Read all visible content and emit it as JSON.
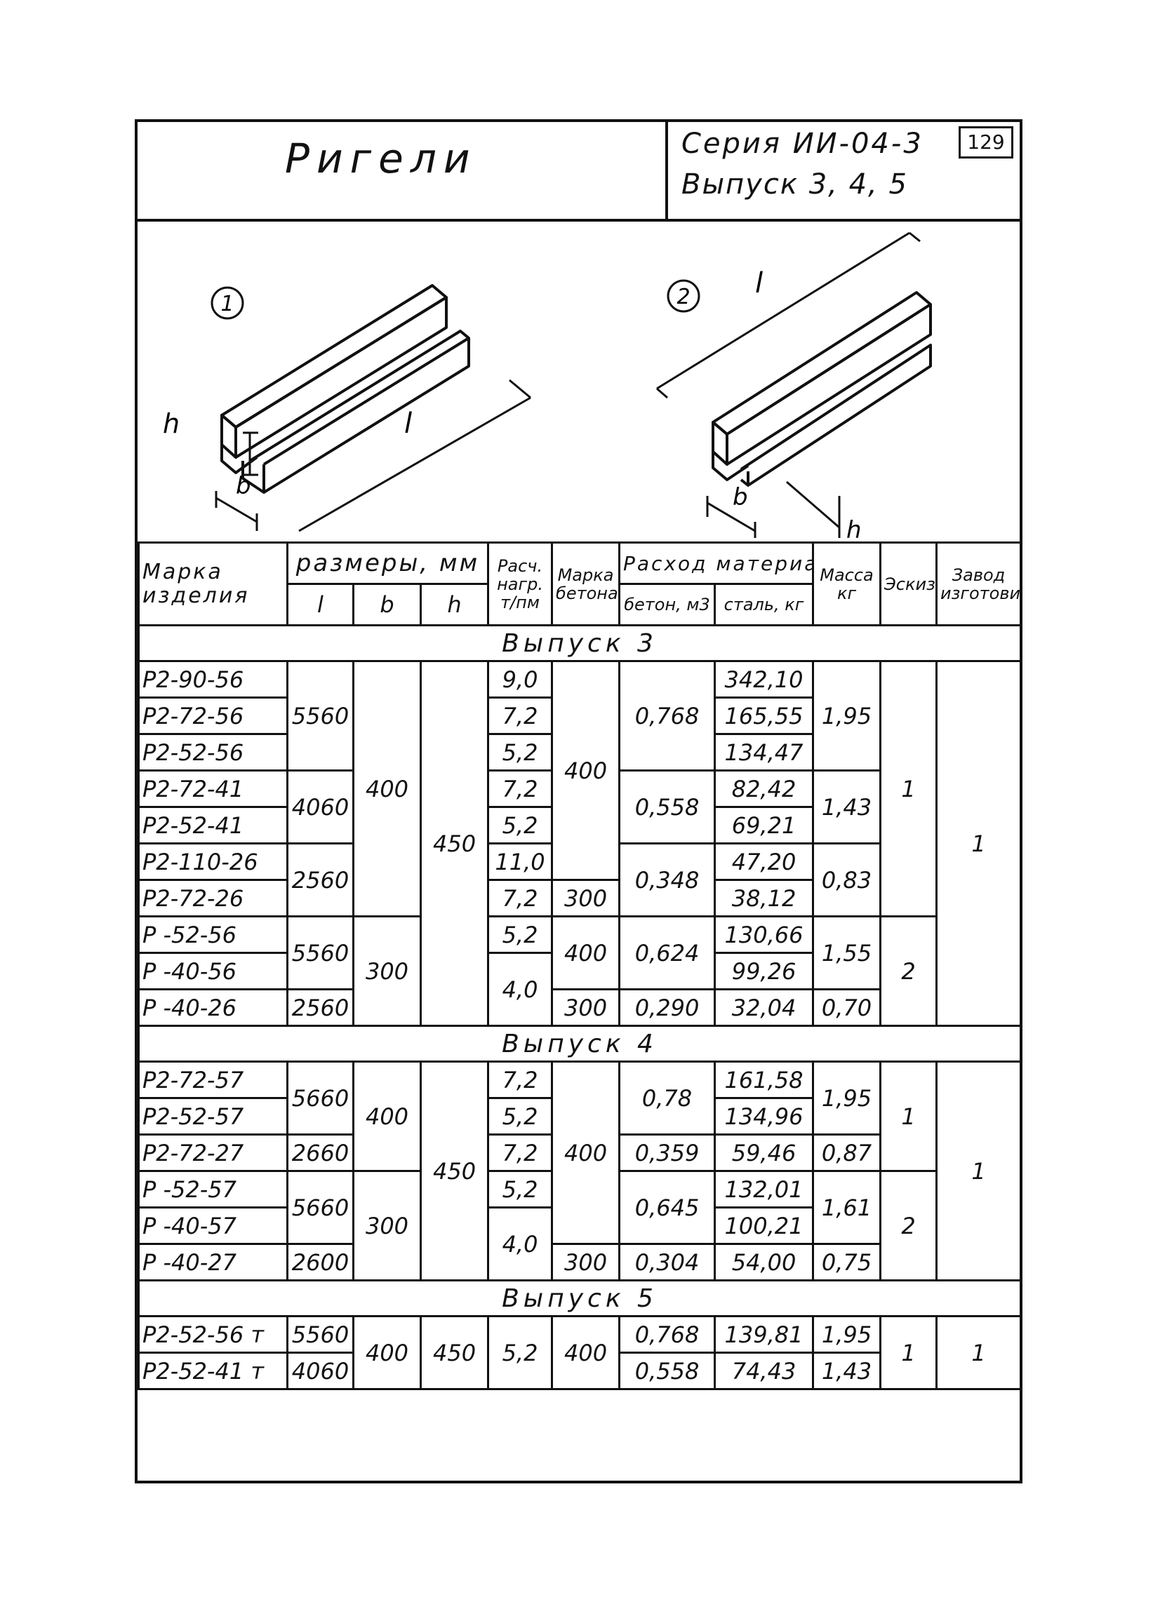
{
  "header": {
    "title": "Ригели",
    "series": "Серия ИИ-04-3",
    "issue": "Выпуск 3, 4, 5",
    "page_number": "129"
  },
  "drawing": {
    "fig1_label": "1",
    "fig2_label": "2",
    "dim_l": "l",
    "dim_b": "b",
    "dim_h": "h"
  },
  "table": {
    "col_mark": "Марка изделия",
    "col_dims": "размеры, мм",
    "col_l": "l",
    "col_b": "b",
    "col_h": "h",
    "col_load": "Расч. нагр. т/пм",
    "col_concrete_grade": "Марка бетона",
    "col_consumption": "Расход материалов",
    "col_concrete": "бетон, м3",
    "col_steel": "сталь, кг",
    "col_mass": "Масса кг",
    "col_sketch": "Эскиз",
    "col_factory": "Завод изготовитель",
    "sections": [
      {
        "title": "Выпуск 3",
        "rows": [
          {
            "mark": "Р2-90-56",
            "l": "5560",
            "b": "400",
            "h": "450",
            "load": "9,0",
            "grade": "400",
            "concrete": "0,768",
            "steel": "342,10",
            "mass": "1,95",
            "sketch": "1",
            "factory": "1"
          },
          {
            "mark": "Р2-72-56",
            "load": "7,2",
            "steel": "165,55"
          },
          {
            "mark": "Р2-52-56",
            "load": "5,2",
            "steel": "134,47"
          },
          {
            "mark": "Р2-72-41",
            "l": "4060",
            "load": "7,2",
            "concrete": "0,558",
            "steel": "82,42",
            "mass": "1,43"
          },
          {
            "mark": "Р2-52-41",
            "load": "5,2",
            "steel": "69,21"
          },
          {
            "mark": "Р2-110-26",
            "l": "2560",
            "load": "11,0",
            "concrete": "0,348",
            "steel": "47,20",
            "mass": "0,83"
          },
          {
            "mark": "Р2-72-26",
            "load": "7,2",
            "grade": "300",
            "steel": "38,12"
          },
          {
            "mark": "Р -52-56",
            "l": "5560",
            "b": "300",
            "load": "5,2",
            "grade": "400",
            "concrete": "0,624",
            "steel": "130,66",
            "mass": "1,55",
            "sketch": "2"
          },
          {
            "mark": "Р -40-56",
            "load": "4,0",
            "steel": "99,26"
          },
          {
            "mark": "Р -40-26",
            "l": "2560",
            "grade": "300",
            "concrete": "0,290",
            "steel": "32,04",
            "mass": "0,70"
          }
        ]
      },
      {
        "title": "Выпуск 4",
        "rows": [
          {
            "mark": "Р2-72-57",
            "l": "5660",
            "b": "400",
            "h": "450",
            "load": "7,2",
            "grade": "400",
            "concrete": "0,78",
            "steel": "161,58",
            "mass": "1,95",
            "sketch": "1",
            "factory": "1"
          },
          {
            "mark": "Р2-52-57",
            "load": "5,2",
            "steel": "134,96"
          },
          {
            "mark": "Р2-72-27",
            "l": "2660",
            "load": "7,2",
            "concrete": "0,359",
            "steel": "59,46",
            "mass": "0,87"
          },
          {
            "mark": "Р -52-57",
            "l": "5660",
            "b": "300",
            "load": "5,2",
            "concrete": "0,645",
            "steel": "132,01",
            "mass": "1,61",
            "sketch": "2"
          },
          {
            "mark": "Р -40-57",
            "load": "4,0",
            "steel": "100,21"
          },
          {
            "mark": "Р -40-27",
            "l": "2600",
            "grade": "300",
            "concrete": "0,304",
            "steel": "54,00",
            "mass": "0,75"
          }
        ]
      },
      {
        "title": "Выпуск 5",
        "rows": [
          {
            "mark": "Р2-52-56 т",
            "l": "5560",
            "b": "400",
            "h": "450",
            "load": "5,2",
            "grade": "400",
            "concrete": "0,768",
            "steel": "139,81",
            "mass": "1,95",
            "sketch": "1",
            "factory": "1"
          },
          {
            "mark": "Р2-52-41 т",
            "l": "4060",
            "concrete": "0,558",
            "steel": "74,43",
            "mass": "1,43"
          }
        ]
      }
    ]
  }
}
